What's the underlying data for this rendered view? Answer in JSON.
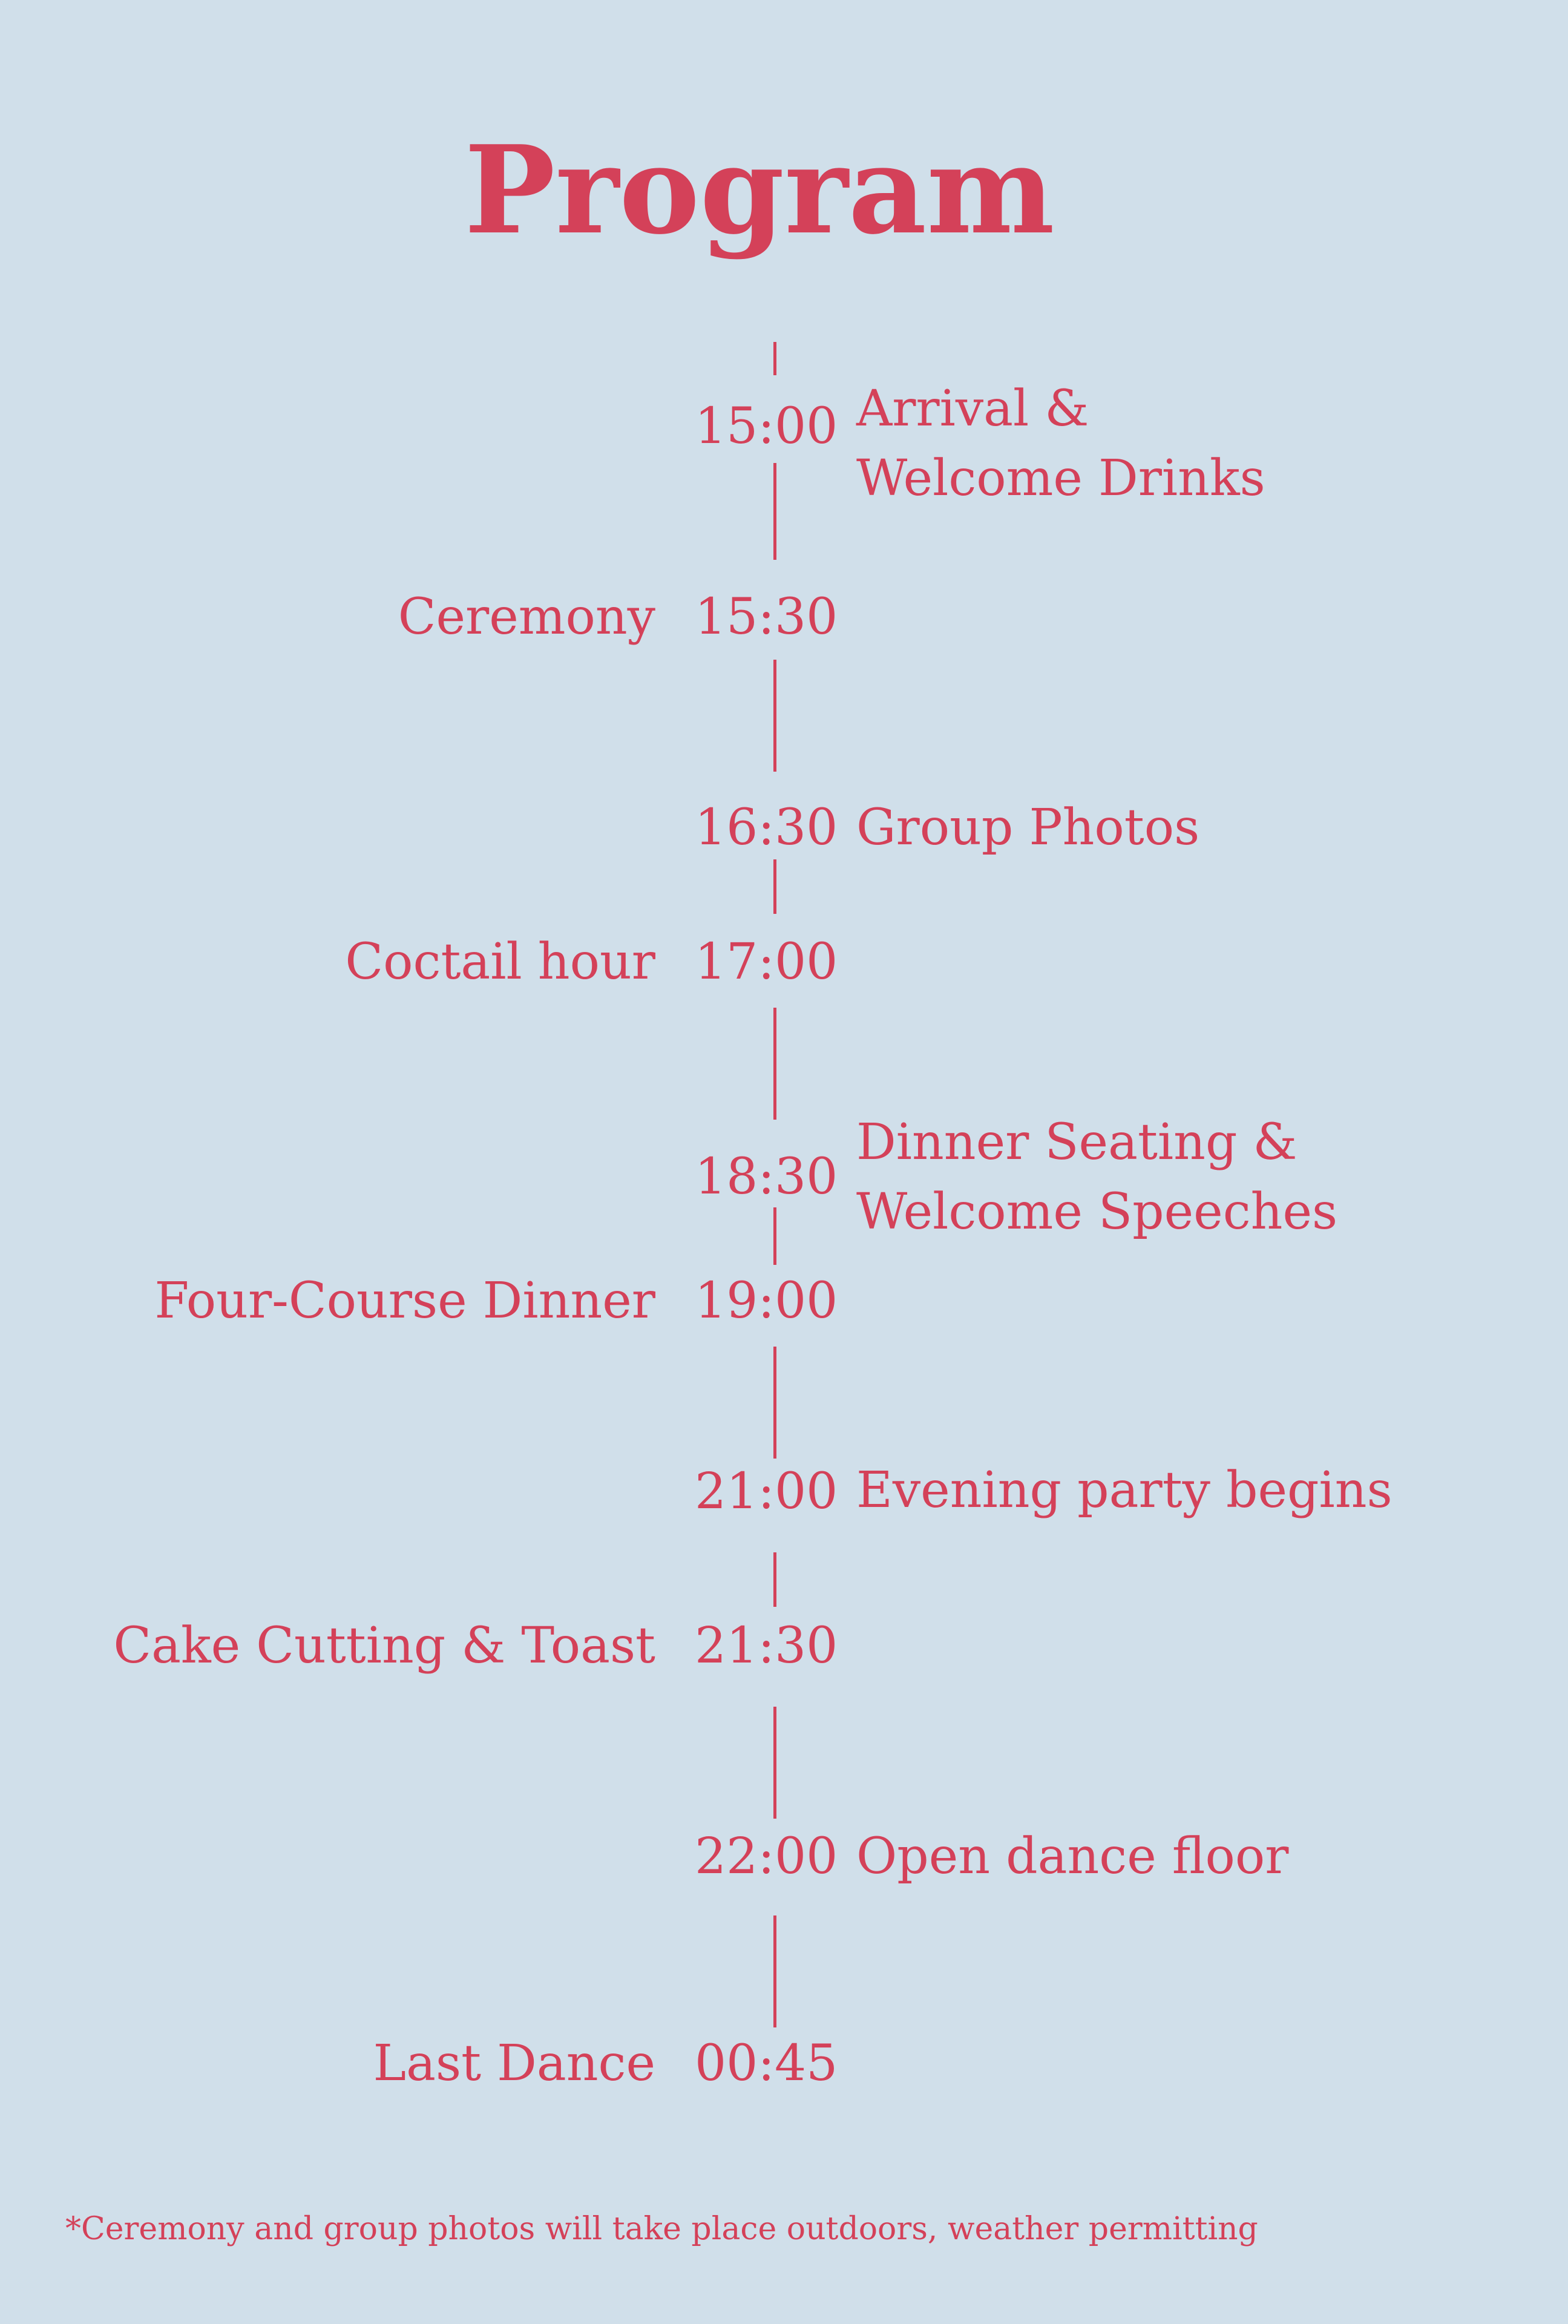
{
  "title": "Program",
  "events": [
    {
      "time": "15:00",
      "side": "right",
      "label_lines": [
        "Arrival &",
        "Welcome Drinks"
      ]
    },
    {
      "time": "15:30",
      "side": "left",
      "label_lines": [
        "Ceremony"
      ]
    },
    {
      "time": "16:30",
      "side": "right",
      "label_lines": [
        "Group Photos"
      ]
    },
    {
      "time": "17:00",
      "side": "left",
      "label_lines": [
        "Coctail hour"
      ]
    },
    {
      "time": "18:30",
      "side": "right",
      "label_lines": [
        "Dinner Seating &",
        "Welcome Speeches"
      ]
    },
    {
      "time": "19:00",
      "side": "left",
      "label_lines": [
        "Four-Course Dinner"
      ]
    },
    {
      "time": "21:00",
      "side": "right",
      "label_lines": [
        "Evening party begins"
      ]
    },
    {
      "time": "21:30",
      "side": "left",
      "label_lines": [
        "Cake Cutting & Toast"
      ]
    },
    {
      "time": "22:00",
      "side": "right",
      "label_lines": [
        "Open dance floor"
      ]
    },
    {
      "time": "00:45",
      "side": "left",
      "label_lines": [
        "Last Dance"
      ]
    }
  ],
  "footnote": "*Ceremony and group photos will take place outdoors, weather permitting",
  "colors": {
    "accent": "#d44159",
    "background": "#d0dfea"
  }
}
